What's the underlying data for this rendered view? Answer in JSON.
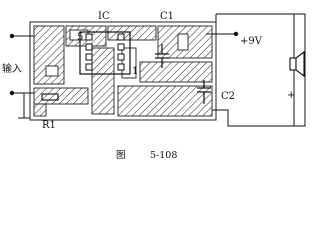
{
  "labels": {
    "ic": "IC",
    "c1": "C1",
    "c2": "C2",
    "r1": "R1",
    "supply": "+9V",
    "input": "输入",
    "pin5": "5",
    "pin1": "1",
    "speaker_plus": "+"
  },
  "caption": {
    "figure_word": "图",
    "figure_number": "5-108"
  }
}
